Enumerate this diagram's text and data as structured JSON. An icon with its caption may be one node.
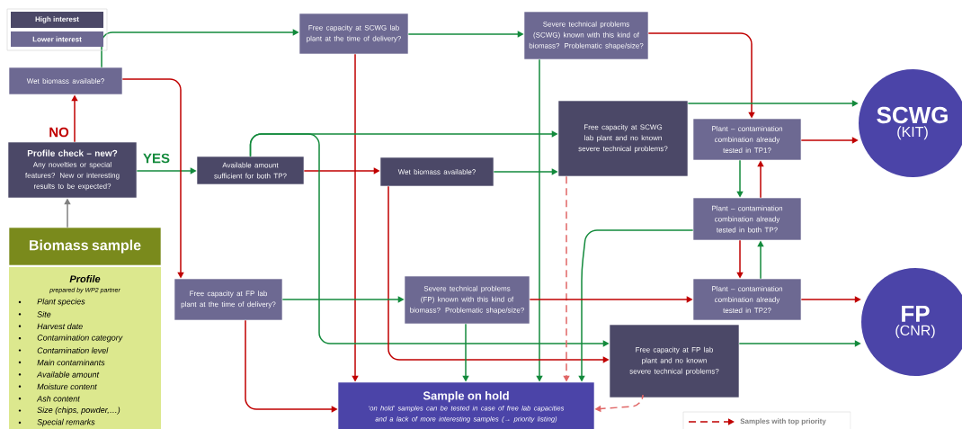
{
  "diagram": {
    "nodes": [
      {
        "text": [
          "Wet biomass available?"
        ]
      },
      {
        "text": [
          "Profile check – new?",
          "Any novelties or special features? New or interesting results to be expected?"
        ]
      },
      {
        "text": [
          "Biomass sample"
        ]
      },
      {
        "text": [
          "Profile",
          "prepared by WP2 partner",
          "Plant species",
          "Site",
          "Harvest date",
          "Contamination category",
          "Contamination level",
          "Main contaminants",
          "Available amount",
          "Moisture content",
          "Ash content",
          "Size (chips, powder,…)",
          "Special remarks"
        ]
      },
      {
        "text": [
          "Free capacity at SCWG lab plant at the time of delivery?"
        ]
      },
      {
        "text": [
          "Severe technical problems (SCWG) known with this kind of biomass? Problematic shape/size?"
        ]
      },
      {
        "text": [
          "Available amount sufficient for both TP?"
        ]
      },
      {
        "text": [
          "Wet biomass available?"
        ]
      },
      {
        "text": [
          "Free capacity at SCWG lab plant and no known severe technical problems?"
        ]
      },
      {
        "text": [
          "Plant – contamination combination already tested in TP1?"
        ]
      },
      {
        "text": [
          "SCWG",
          "(KIT)"
        ]
      },
      {
        "text": [
          "Plant – contamination combination already tested in both TP?"
        ]
      },
      {
        "text": [
          "Free capacity at FP lab plant at the time of delivery?"
        ]
      },
      {
        "text": [
          "Severe technical problems (FP) known with this kind of biomass? Problematic shape/size?"
        ]
      },
      {
        "text": [
          "Plant – contamination combination already tested in TP2?"
        ]
      },
      {
        "text": [
          "FP",
          "(CNR)"
        ]
      },
      {
        "text": [
          "Free capacity at FP lab plant and no known severe technical problems?"
        ]
      },
      {
        "text": [
          "Sample on hold",
          "‘on hold’ samples can be tested in case of free lab capacities and a lack of more interesting samples (→ priority listing)"
        ]
      }
    ],
    "edges": [
      {
        "from": 2,
        "to": 1,
        "arrow": "to",
        "color": "#808080"
      },
      {
        "from": 1,
        "to": 0,
        "arrow": "to",
        "label": "NO",
        "color": "#c00000"
      },
      {
        "from": 1,
        "to": 6,
        "arrow": "to",
        "label": "YES",
        "color": "#138a3c"
      },
      {
        "from": 0,
        "to": 4,
        "arrow": "to",
        "color": "#138a3c"
      },
      {
        "from": 0,
        "to": 12,
        "arrow": "to",
        "color": "#c00000"
      },
      {
        "from": 4,
        "to": 5,
        "arrow": "to",
        "color": "#138a3c"
      },
      {
        "from": 4,
        "to": 17,
        "arrow": "to",
        "color": "#c00000"
      },
      {
        "from": 5,
        "to": 9,
        "arrow": "to",
        "color": "#c00000"
      },
      {
        "from": 5,
        "to": 17,
        "arrow": "to",
        "color": "#138a3c"
      },
      {
        "from": 6,
        "to": 7,
        "arrow": "to",
        "color": "#c00000"
      },
      {
        "from": 6,
        "to": 8,
        "arrow": "to",
        "color": "#138a3c"
      },
      {
        "from": 6,
        "to": 16,
        "arrow": "to",
        "color": "#138a3c"
      },
      {
        "from": 7,
        "to": 8,
        "arrow": "to",
        "color": "#138a3c"
      },
      {
        "from": 7,
        "to": 16,
        "arrow": "to",
        "color": "#c00000"
      },
      {
        "from": 8,
        "to": 10,
        "arrow": "to",
        "color": "#138a3c"
      },
      {
        "from": 8,
        "to": 17,
        "arrow": "to",
        "style": "dashed",
        "color": "#e06666"
      },
      {
        "from": 9,
        "to": 10,
        "arrow": "to",
        "color": "#c00000"
      },
      {
        "from": 9,
        "to": 11,
        "arrow": "to",
        "color": "#138a3c"
      },
      {
        "from": 11,
        "to": 9,
        "arrow": "to",
        "color": "#c00000"
      },
      {
        "from": 11,
        "to": 17,
        "arrow": "to",
        "color": "#138a3c"
      },
      {
        "from": 11,
        "to": 14,
        "arrow": "to",
        "color": "#c00000"
      },
      {
        "from": 14,
        "to": 11,
        "arrow": "to",
        "color": "#138a3c"
      },
      {
        "from": 12,
        "to": 13,
        "arrow": "to",
        "color": "#138a3c"
      },
      {
        "from": 12,
        "to": 17,
        "arrow": "to",
        "color": "#c00000"
      },
      {
        "from": 13,
        "to": 14,
        "arrow": "to",
        "color": "#c00000"
      },
      {
        "from": 13,
        "to": 17,
        "arrow": "to",
        "color": "#138a3c"
      },
      {
        "from": 14,
        "to": 15,
        "arrow": "to",
        "color": "#c00000"
      },
      {
        "from": 16,
        "to": 15,
        "arrow": "to",
        "color": "#138a3c"
      },
      {
        "from": 16,
        "to": 17,
        "arrow": "to",
        "style": "dashed",
        "color": "#e06666"
      }
    ],
    "legend": [
      {
        "text": "High interest",
        "color": "#4b4867"
      },
      {
        "text": "Lower interest",
        "color": "#6d6992"
      },
      {
        "text": "Samples with top priority"
      }
    ]
  }
}
